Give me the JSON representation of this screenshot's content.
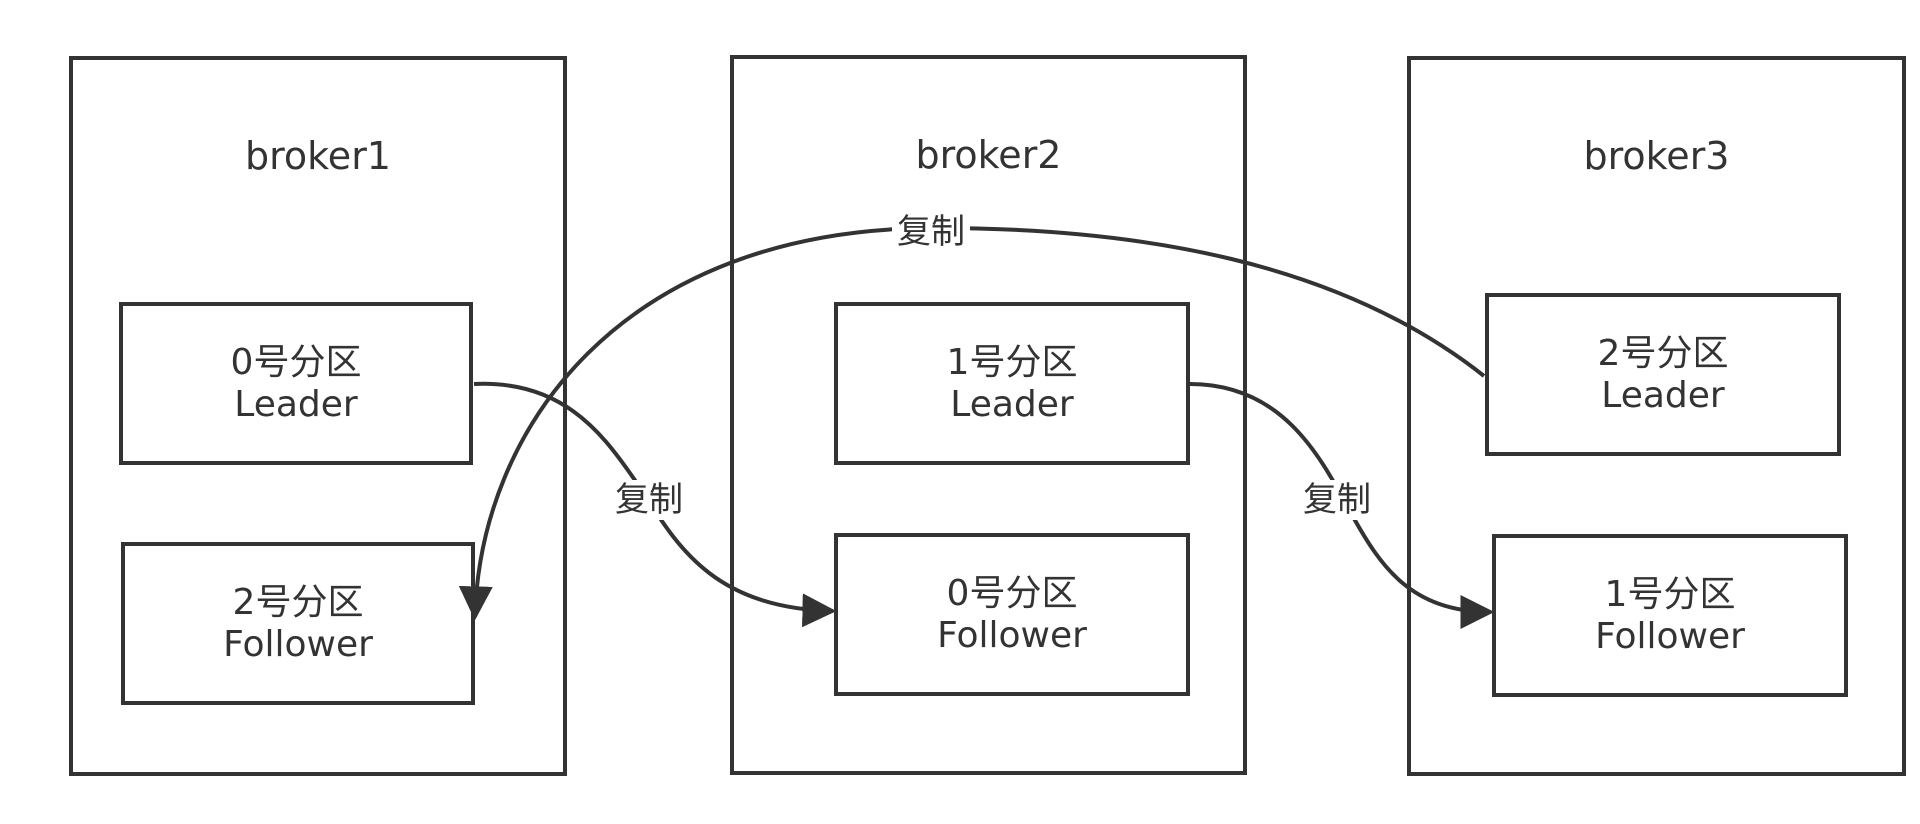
{
  "brokers": [
    {
      "name": "broker1"
    },
    {
      "name": "broker2"
    },
    {
      "name": "broker3"
    }
  ],
  "partitions": [
    {
      "number": "0号分区",
      "role": "Leader"
    },
    {
      "number": "2号分区",
      "role": "Follower"
    },
    {
      "number": "1号分区",
      "role": "Leader"
    },
    {
      "number": "0号分区",
      "role": "Follower"
    },
    {
      "number": "2号分区",
      "role": "Leader"
    },
    {
      "number": "1号分区",
      "role": "Follower"
    }
  ],
  "replication": [
    {
      "label": "复制",
      "from": "broker1-0号分区-Leader",
      "to": "broker2-0号分区-Follower"
    },
    {
      "label": "复制",
      "from": "broker2-1号分区-Leader",
      "to": "broker3-1号分区-Follower"
    },
    {
      "label": "复制",
      "from": "broker3-2号分区-Leader",
      "to": "broker1-2号分区-Follower"
    }
  ],
  "colors": {
    "stroke": "#333333",
    "background": "#ffffff",
    "text": "#333333"
  }
}
